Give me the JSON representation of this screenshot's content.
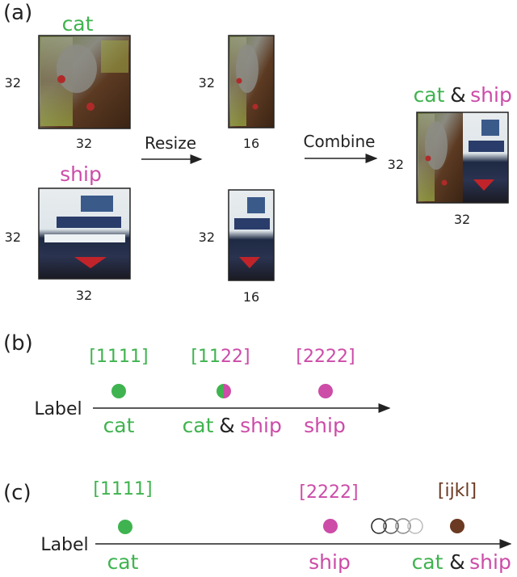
{
  "colors": {
    "cat": "#3fb34f",
    "ship": "#cc4ca8",
    "text": "#222222",
    "mixed": "#6b3a22",
    "arrow": "#222222"
  },
  "panel_a": {
    "label": "(a)",
    "cat_label": "cat",
    "ship_label": "ship",
    "size_32": "32",
    "size_16": "16",
    "resize": "Resize",
    "combine": "Combine",
    "combined_cat": "cat",
    "amp": "&",
    "combined_ship": "ship"
  },
  "panel_b": {
    "label": "(b)",
    "axis_label": "Label",
    "vec_cat": "[1111]",
    "vec_mix_open": "[11",
    "vec_mix_close": "22]",
    "vec_ship": "[2222]",
    "cat": "cat",
    "amp": "&",
    "ship": "ship",
    "ship2": "ship"
  },
  "panel_c": {
    "label": "(c)",
    "axis_label": "Label",
    "vec_cat": "[1111]",
    "vec_ship": "[2222]",
    "vec_new": "[ijkl]",
    "cat": "cat",
    "ship": "ship",
    "combined_cat": "cat",
    "amp": "&",
    "combined_ship": "ship"
  }
}
